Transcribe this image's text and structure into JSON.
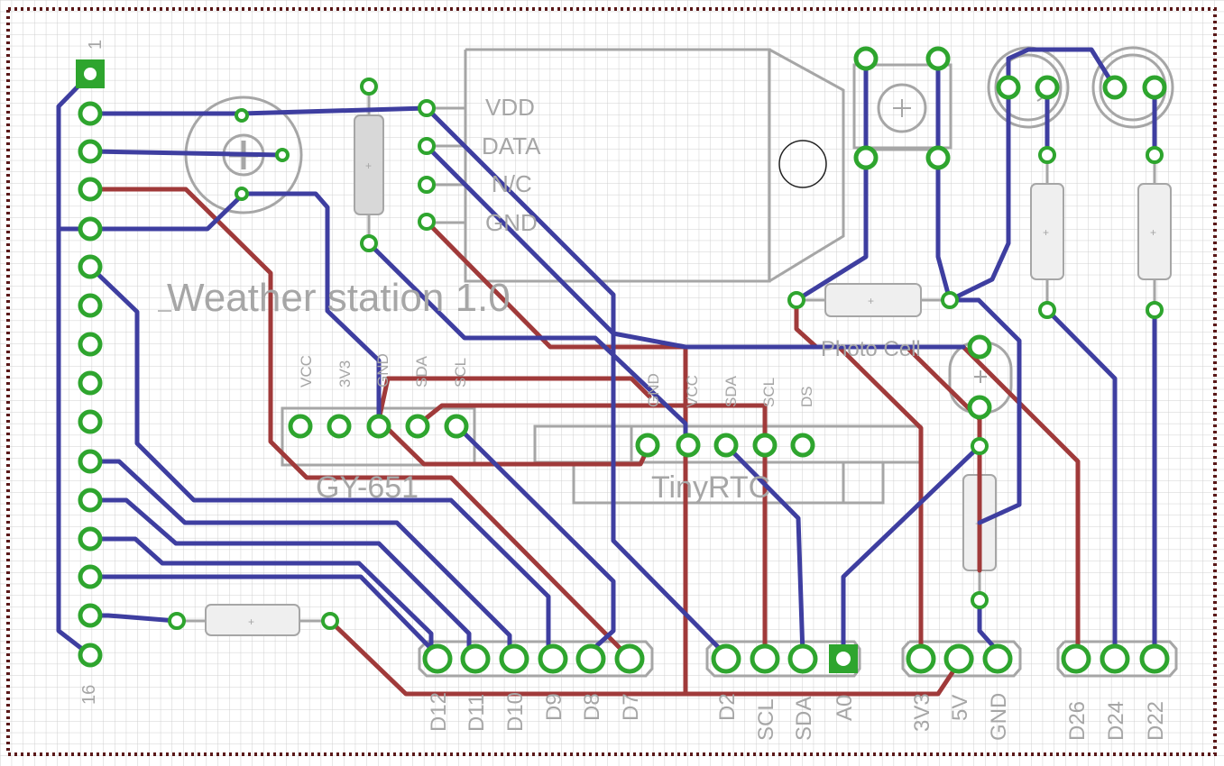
{
  "title": "Weather station 1.0",
  "colors": {
    "top_trace": "#3e3ea0",
    "bottom_trace": "#a03a3a",
    "pad": "#2ea52e",
    "silkscreen": "#a6a6a6",
    "grid": "#d0d0d0",
    "border": "#8b2a2a"
  },
  "header_pins": {
    "first": "1",
    "last": "16"
  },
  "sensor_pins": [
    "VDD",
    "DATA",
    "N/C",
    "GND"
  ],
  "gy_pins": [
    "VCC",
    "3V3",
    "GND",
    "SDA",
    "SCL"
  ],
  "gy_label": "GY-651",
  "rtc_pins": [
    "GND",
    "VCC",
    "SDA",
    "SCL",
    "DS"
  ],
  "rtc_label": "TinyRTC",
  "photocell_label": "Photo Cell",
  "bottom_labels": {
    "digital": [
      "D12",
      "D11",
      "D10",
      "D9",
      "D8",
      "D7"
    ],
    "bus": [
      "D2",
      "SCL",
      "SDA",
      "A0"
    ],
    "power": [
      "3V3",
      "5V",
      "GND"
    ],
    "outputs": [
      "D26",
      "D24",
      "D22"
    ]
  }
}
